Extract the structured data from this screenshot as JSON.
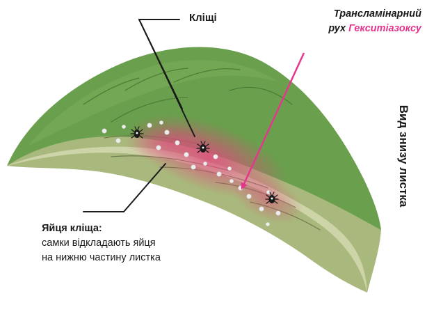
{
  "labels": {
    "mites": "Кліщі",
    "translaminar_line1": "Трансламінарний",
    "translaminar_line2_prefix": "рух",
    "translaminar_product": "Гекситіазоксу",
    "eggs_title": "Яйця кліща:",
    "eggs_line1": "самки відкладають яйця",
    "eggs_line2": "на нижню частину листка",
    "side_title": "Вид знизу листка"
  },
  "colors": {
    "leaf_top": "#6a9f4d",
    "leaf_underside": "#a9b87c",
    "leaf_rim": "#cdd5a8",
    "infestation": "#e2487f",
    "arrow": "#e6358e",
    "leader_lines": "#1a1a1a"
  },
  "icons": {
    "mite": "mite-icon",
    "egg": "egg-dot"
  }
}
